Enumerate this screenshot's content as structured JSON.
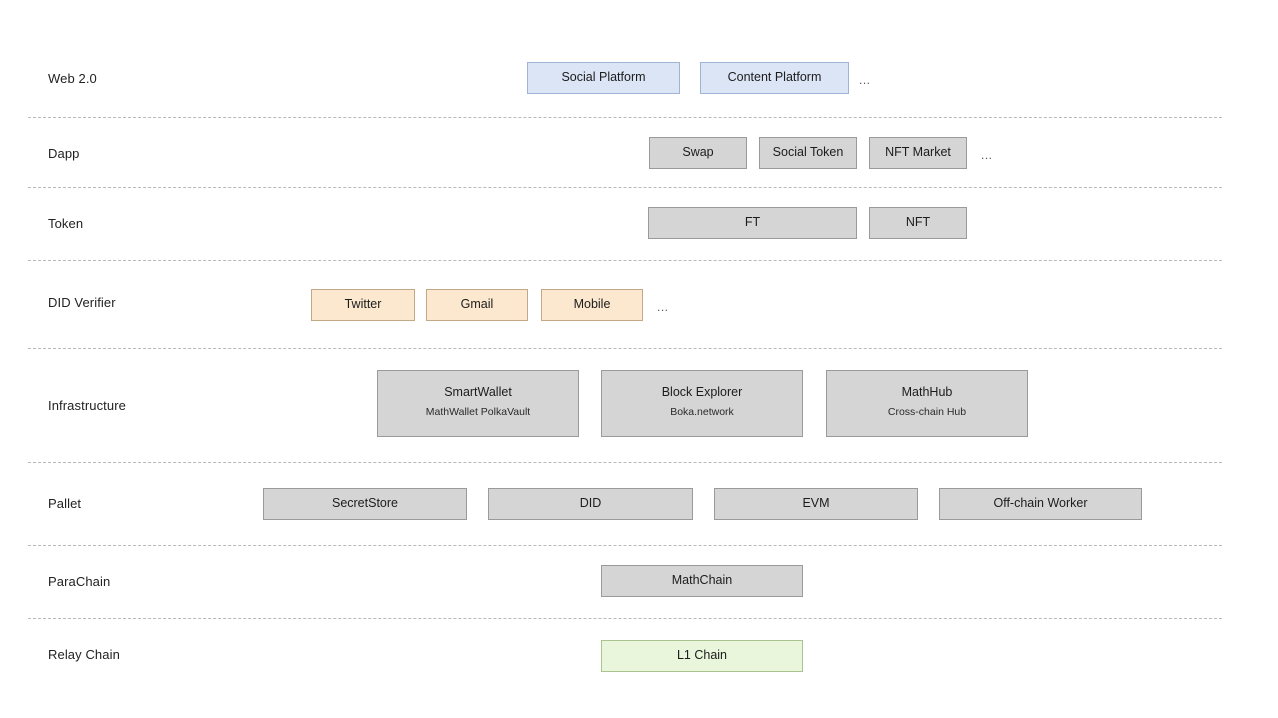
{
  "diagram": {
    "title": "MathChain layered architecture stack",
    "background": "#ffffff",
    "colors": {
      "blue_fill": "#dbe5f6",
      "blue_border": "#9fb3d4",
      "gray_fill": "#d5d5d5",
      "gray_border": "#9a9a9a",
      "orange_fill": "#fbe8ce",
      "orange_border": "#c3a887",
      "green_fill": "#e9f6dc",
      "green_border": "#a9c391",
      "separator": "#b9b9b9",
      "text": "#1a1a1a"
    },
    "ellipsis_glyph": "...",
    "layers": [
      {
        "label": "Web 2.0",
        "nodes": [
          {
            "title": "Social Platform",
            "style": "blue"
          },
          {
            "title": "Content Platform",
            "style": "blue"
          }
        ],
        "has_ellipsis": true
      },
      {
        "label": "Dapp",
        "nodes": [
          {
            "title": "Swap",
            "style": "gray"
          },
          {
            "title": "Social Token",
            "style": "gray"
          },
          {
            "title": "NFT Market",
            "style": "gray"
          }
        ],
        "has_ellipsis": true
      },
      {
        "label": "Token",
        "nodes": [
          {
            "title": "FT",
            "style": "gray"
          },
          {
            "title": "NFT",
            "style": "gray"
          }
        ],
        "has_ellipsis": false
      },
      {
        "label": "DID Verifier",
        "nodes": [
          {
            "title": "Twitter",
            "style": "orange"
          },
          {
            "title": "Gmail",
            "style": "orange"
          },
          {
            "title": "Mobile",
            "style": "orange"
          }
        ],
        "has_ellipsis": true
      },
      {
        "label": "Infrastructure",
        "nodes": [
          {
            "title": "SmartWallet",
            "sub": "MathWallet   PolkaVault",
            "style": "gray"
          },
          {
            "title": "Block Explorer",
            "sub": "Boka.network",
            "style": "gray"
          },
          {
            "title": "MathHub",
            "sub": "Cross-chain Hub",
            "style": "gray"
          }
        ],
        "has_ellipsis": false
      },
      {
        "label": "Pallet",
        "nodes": [
          {
            "title": "SecretStore",
            "style": "gray"
          },
          {
            "title": "DID",
            "style": "gray"
          },
          {
            "title": "EVM",
            "style": "gray"
          },
          {
            "title": "Off-chain Worker",
            "style": "gray"
          }
        ],
        "has_ellipsis": false
      },
      {
        "label": "ParaChain",
        "nodes": [
          {
            "title": "MathChain",
            "style": "gray"
          }
        ],
        "has_ellipsis": false
      },
      {
        "label": "Relay Chain",
        "nodes": [
          {
            "title": "L1 Chain",
            "style": "green"
          }
        ],
        "has_ellipsis": false
      }
    ]
  }
}
